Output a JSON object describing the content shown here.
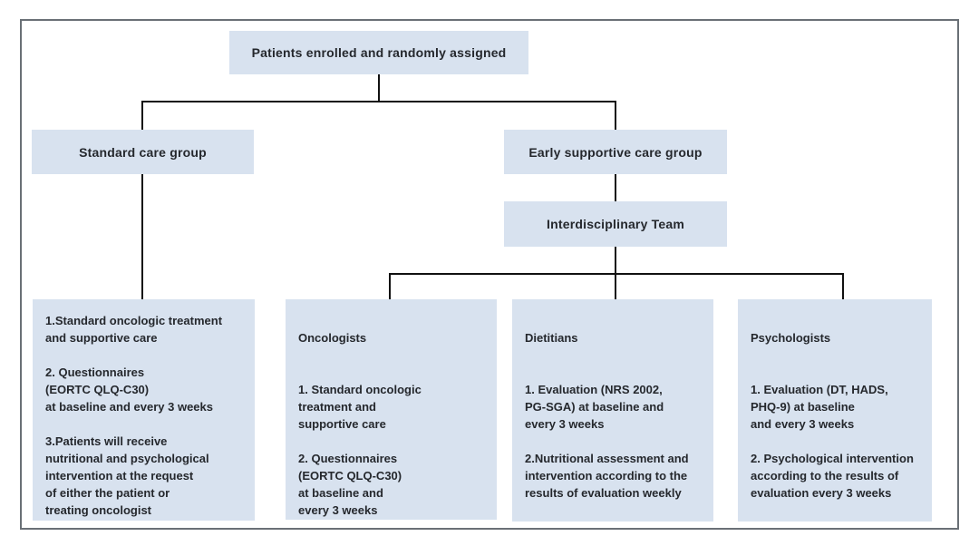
{
  "diagram": {
    "root_label": "Patients enrolled and randomly assigned",
    "branches": {
      "standard": {
        "label": "Standard care group",
        "detail": "1.Standard oncologic treatment\nand supportive care\n\n2. Questionnaires\n(EORTC QLQ-C30)\nat baseline and every 3 weeks\n\n3.Patients will receive\nnutritional and psychological\nintervention at the request\nof either the patient or\ntreating oncologist"
      },
      "early": {
        "label": "Early supportive care group",
        "team_label": "Interdisciplinary Team",
        "members": [
          {
            "role": "Oncologists",
            "detail": "1. Standard oncologic\ntreatment and\nsupportive care\n\n2. Questionnaires\n(EORTC QLQ-C30)\nat baseline and\nevery 3 weeks"
          },
          {
            "role": "Dietitians",
            "detail": "1. Evaluation (NRS 2002,\nPG-SGA) at baseline and\nevery 3 weeks\n\n2.Nutritional assessment and\nintervention according to the\nresults of evaluation weekly"
          },
          {
            "role": "Psychologists",
            "detail": "1. Evaluation (DT, HADS,\nPHQ-9) at baseline\nand every 3 weeks\n\n2. Psychological intervention\naccording to the results of\nevaluation every 3 weeks"
          }
        ]
      }
    },
    "colors": {
      "box_fill": "#d8e2ef",
      "text": "#25282d",
      "connector": "#111111",
      "frame_border": "#6a7076"
    }
  }
}
